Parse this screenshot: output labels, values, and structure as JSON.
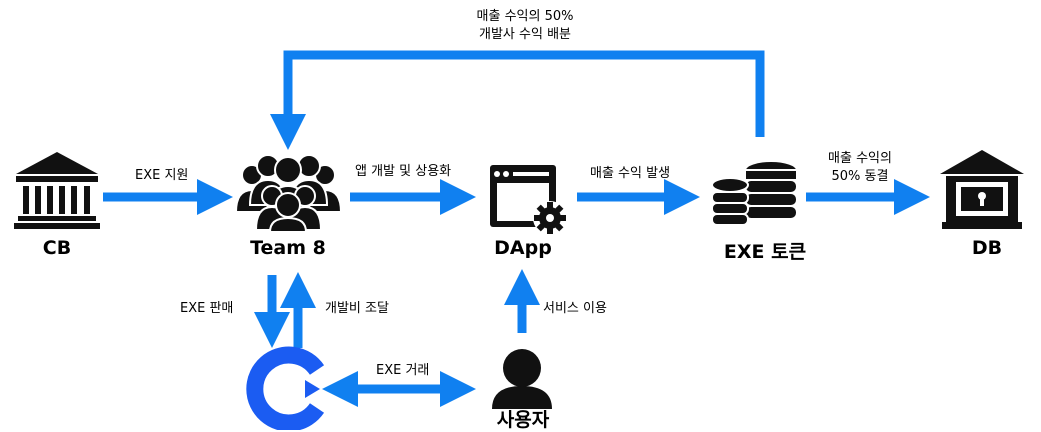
{
  "colors": {
    "arrow": "#1080F0",
    "icon": "#111111",
    "exchange_logo": "#1B5CF2"
  },
  "nodes": {
    "cb": {
      "label": "CB",
      "icon": "bank-icon"
    },
    "team8": {
      "label": "Team 8",
      "icon": "team-icon"
    },
    "dapp": {
      "label": "DApp",
      "icon": "app-window-gear-icon"
    },
    "exe_token": {
      "label": "EXE 토큰",
      "icon": "coin-stack-icon"
    },
    "db": {
      "label": "DB",
      "icon": "vault-bank-icon"
    },
    "exchange": {
      "label": "",
      "icon": "exchange-logo-icon"
    },
    "user": {
      "label": "사용자",
      "icon": "user-icon"
    }
  },
  "edges": {
    "top_line1": "매출 수익의 50%",
    "top_line2": "개발사 수익 배분",
    "cb_team8": "EXE 지원",
    "team8_dapp": "앱 개발 및 상용화",
    "dapp_token": "매출 수익 발생",
    "token_db_line1": "매출 수익의",
    "token_db_line2": "50% 동결",
    "team8_exchange": "EXE  판매",
    "exchange_team8": "개발비 조달",
    "user_dapp": "서비스 이용",
    "exchange_user": "EXE 거래"
  }
}
